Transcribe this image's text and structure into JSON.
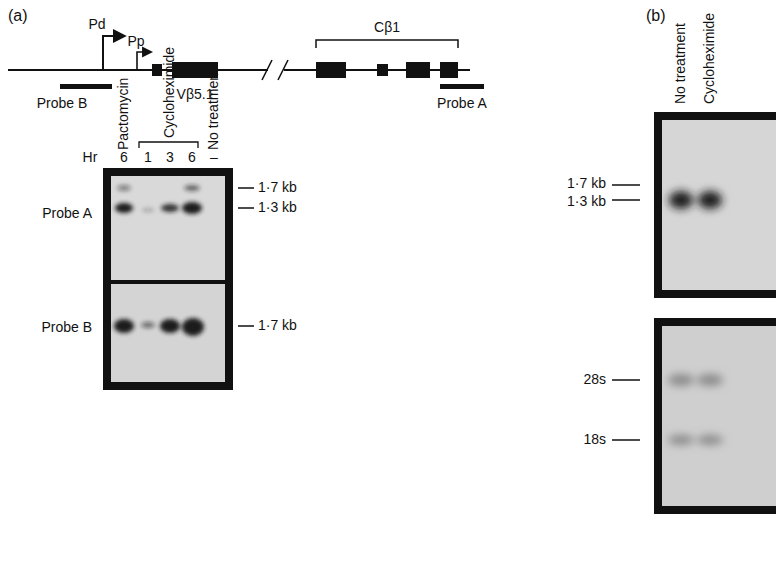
{
  "diagram": {
    "labels": [
      "(a)",
      "(b)",
      "Pd",
      "Pp",
      "Probe B",
      "Vβ5.1",
      "Cβ1",
      "Probe A",
      "Pactomycin",
      "Cycloheximide",
      "No treatment",
      "Hr",
      "6",
      "1",
      "3",
      "6",
      "–",
      "Probe A",
      "Probe B",
      "1·7 kb",
      "1·3 kb",
      "1·7 kb",
      "No treatment",
      "Cycloheximide",
      "1·7 kb",
      "1·3 kb",
      "28s",
      "18s"
    ]
  }
}
